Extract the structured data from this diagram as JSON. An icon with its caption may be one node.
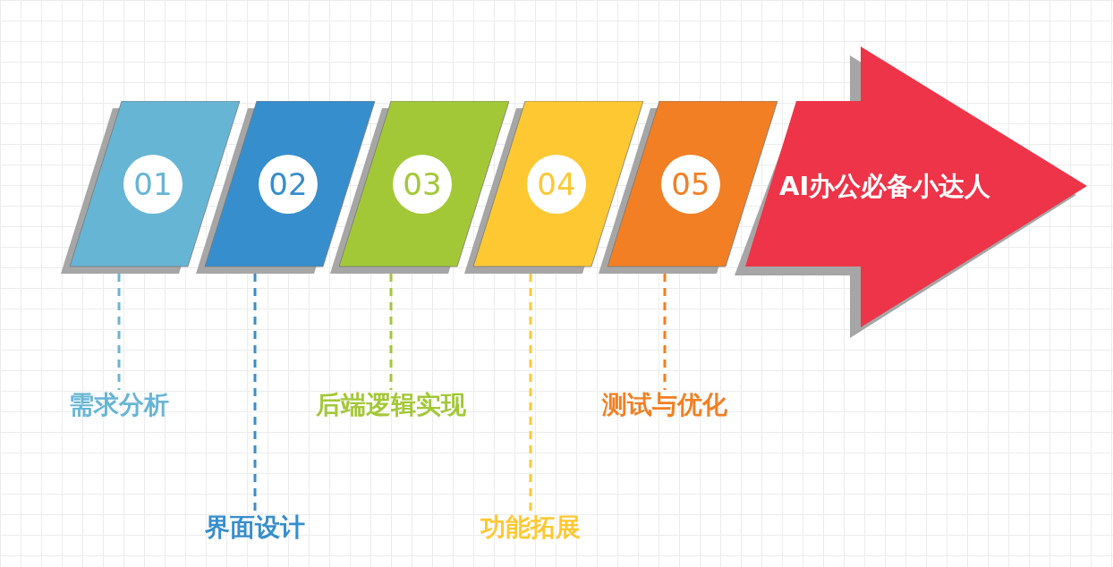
{
  "diagram": {
    "nodes": [
      {
        "text": [],
        "shape": "parallelogram"
      },
      {
        "text": [
          "01"
        ],
        "in": 0
      },
      {
        "text": [],
        "shape": "parallelogram"
      },
      {
        "text": [
          "02"
        ],
        "in": 2
      },
      {
        "text": [],
        "shape": "parallelogram"
      },
      {
        "text": [
          "03"
        ],
        "in": 4
      },
      {
        "text": [],
        "shape": "parallelogram"
      },
      {
        "text": [
          "04"
        ],
        "in": 6
      },
      {
        "text": [],
        "shape": "parallelogram"
      },
      {
        "text": [
          "05"
        ],
        "in": 8
      },
      {
        "text": [
          "AI办公必备小达人"
        ]
      },
      {
        "text": [
          "需求分析"
        ]
      },
      {
        "text": [
          "界面设计"
        ]
      },
      {
        "text": [
          "后端逻辑实现"
        ]
      },
      {
        "text": [
          "功能拓展"
        ]
      },
      {
        "text": [
          "测试与优化"
        ]
      }
    ],
    "edges": [
      {
        "from": 0,
        "to": 11,
        "arrow": "none",
        "style": "dashed",
        "color": "#67b5d5"
      },
      {
        "from": 2,
        "to": 12,
        "arrow": "none",
        "style": "dashed",
        "color": "#368ecd"
      },
      {
        "from": 4,
        "to": 13,
        "arrow": "none",
        "style": "dashed",
        "color": "#a3c837"
      },
      {
        "from": 6,
        "to": 14,
        "arrow": "none",
        "style": "dashed",
        "color": "#fec832"
      },
      {
        "from": 8,
        "to": 15,
        "arrow": "none",
        "style": "dashed",
        "color": "#f27f24"
      }
    ]
  }
}
